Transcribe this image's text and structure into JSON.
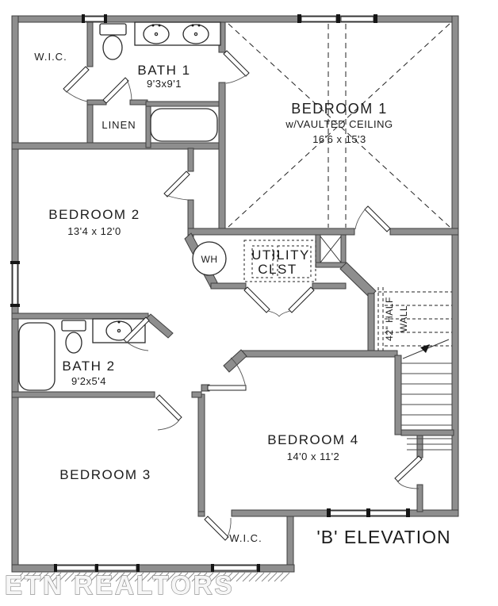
{
  "floor_plan": {
    "watermark": "ETN REALTORS",
    "elevation_label": "'B' ELEVATION",
    "rooms": {
      "wic_top": {
        "name": "W.I.C."
      },
      "bath1": {
        "name": "BATH 1",
        "dims": "9'3x9'1"
      },
      "linen": {
        "name": "LINEN"
      },
      "bedroom1": {
        "name": "BEDROOM 1",
        "note": "w/VAULTED CEILING",
        "dims": "16'6 x 15'3"
      },
      "bedroom2": {
        "name": "BEDROOM 2",
        "dims": "13'4 x 12'0"
      },
      "water_heater": {
        "abbr": "WH"
      },
      "utility_closet": {
        "line1": "UTILITY",
        "line2": "CLST"
      },
      "bath2": {
        "name": "BATH 2",
        "dims": "9'2x5'4"
      },
      "bedroom3": {
        "name": "BEDROOM 3"
      },
      "bedroom4": {
        "name": "BEDROOM 4",
        "dims": "14'0 x 11'2"
      },
      "wic_bottom": {
        "name": "W.I.C."
      }
    },
    "annotations": {
      "half_wall_line1": "42\" HALF",
      "half_wall_line2": "WALL"
    },
    "colors": {
      "wall_fill": "#8e8e8e",
      "wall_edge": "#3f3f3f",
      "line": "#222222",
      "background": "#ffffff"
    }
  }
}
